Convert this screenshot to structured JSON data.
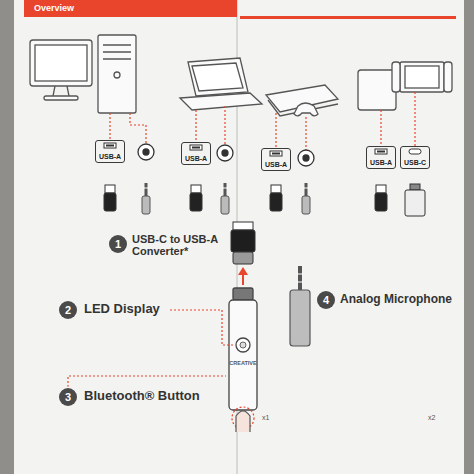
{
  "diagram": {
    "title": "Overview",
    "nodes": [
      {
        "text": [
          "USB-A"
        ]
      },
      {
        "text": [
          "USB-A"
        ]
      },
      {
        "text": [
          "USB-A"
        ]
      },
      {
        "text": [
          "USB-A"
        ]
      },
      {
        "text": [
          "USB-C"
        ]
      },
      {
        "text": [
          "1"
        ]
      },
      {
        "text": [
          "2"
        ]
      },
      {
        "text": [
          "3"
        ]
      },
      {
        "text": [
          "4"
        ]
      }
    ],
    "labels": [
      "USB-C to USB-A Converter*",
      "LED Display",
      "Bluetooth® Button",
      "Analog Microphone",
      "CREATIVE",
      "x1",
      "x2"
    ]
  }
}
